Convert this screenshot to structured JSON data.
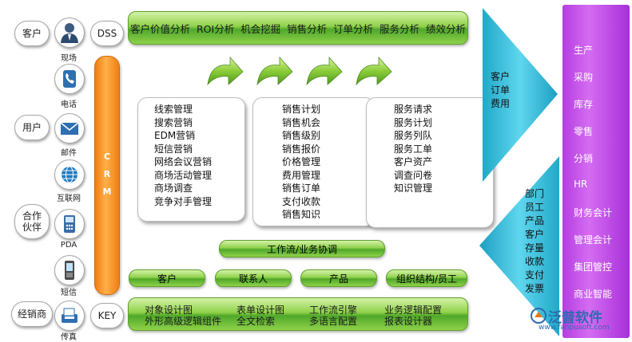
{
  "left_labels": {
    "customer": "客户",
    "user": "用户",
    "partner": "合作\n伙伴",
    "dealer": "经销商",
    "dss": "DSS",
    "key": "KEY"
  },
  "icons": [
    {
      "name": "person-icon",
      "label": "现场"
    },
    {
      "name": "phone-icon",
      "label": "电话"
    },
    {
      "name": "mail-icon",
      "label": "邮件"
    },
    {
      "name": "globe-icon",
      "label": "互联网"
    },
    {
      "name": "pda-icon",
      "label": "PDA"
    },
    {
      "name": "mobile-icon",
      "label": "短信"
    },
    {
      "name": "fax-icon",
      "label": "传真"
    }
  ],
  "crm_label": "CRM",
  "top_bar": "客户价值分析  ROI分析  机会挖掘  销售分析  订单分析  服务分析  绩效分析",
  "box1": [
    "线索管理",
    "搜索营销",
    "EDM营销",
    "短信营销",
    "网络会议营销",
    "商场活动管理",
    "商场调查",
    "竞争对手管理"
  ],
  "box2": [
    "销售计划",
    "销售机会",
    "销售级别",
    "销售报价",
    "价格管理",
    "费用管理",
    "销售订单",
    "支付收款",
    "销售知识"
  ],
  "box3": [
    "服务请求",
    "服务计划",
    "服务列队",
    "服务工单",
    "客户资产",
    "调查问卷",
    "知识管理"
  ],
  "workflow": "工作流/业务协调",
  "categories": [
    "客户",
    "联系人",
    "产品",
    "组织结构/员工"
  ],
  "bottom_bar": {
    "row1": [
      "对象设计图",
      "表单设计图",
      "工作流引擎",
      "业务逻辑配置"
    ],
    "row2": [
      "外形高级逻辑组件",
      "全文检索",
      "多语言配置",
      "报表设计器"
    ]
  },
  "upper_triangle": [
    "客户",
    "订单",
    "费用"
  ],
  "lower_triangle": [
    "部门",
    "员工",
    "产品",
    "客户",
    "存量",
    "收款",
    "支付",
    "发票"
  ],
  "right_column": [
    "生产",
    "采购",
    "库存",
    "零售",
    "分销",
    "HR",
    "财务会计",
    "管理会计",
    "集团管控",
    "商业智能"
  ],
  "watermark": {
    "brand": "泛普软件",
    "url": "www.fanpusoft.com"
  },
  "colors": {
    "green": "#8fd14a",
    "orange": "#f58a1f",
    "teal": "#1fb5d3",
    "purple": "#c150e8"
  }
}
